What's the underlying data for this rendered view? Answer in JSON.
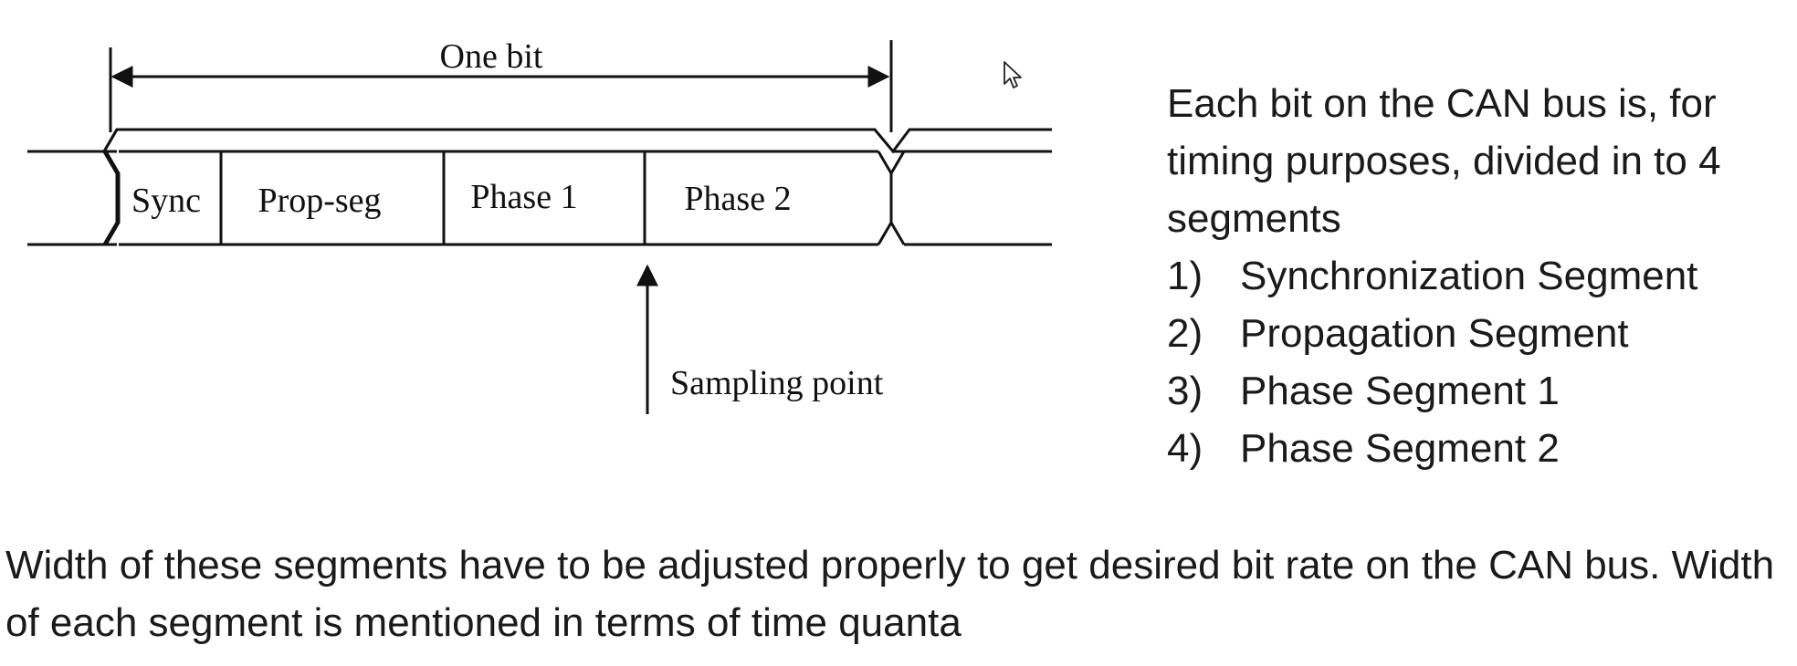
{
  "diagram": {
    "bit_label": "One bit",
    "segments": [
      "Sync",
      "Prop-seg",
      "Phase 1",
      "Phase 2"
    ],
    "sampling_label": "Sampling point"
  },
  "side_text": {
    "intro": "Each bit on the CAN bus is, for timing purposes, divided in to 4 segments",
    "items": [
      {
        "num": "1)",
        "label": "Synchronization Segment"
      },
      {
        "num": "2)",
        "label": "Propagation Segment"
      },
      {
        "num": "3)",
        "label": "Phase Segment 1"
      },
      {
        "num": "4)",
        "label": "Phase Segment 2"
      }
    ]
  },
  "footer": {
    "text": "Width of these segments have to be adjusted properly to get desired bit rate on the CAN bus. Width of each segment is mentioned in terms of time quanta"
  },
  "icons": {
    "cursor": "mouse-pointer-icon"
  }
}
